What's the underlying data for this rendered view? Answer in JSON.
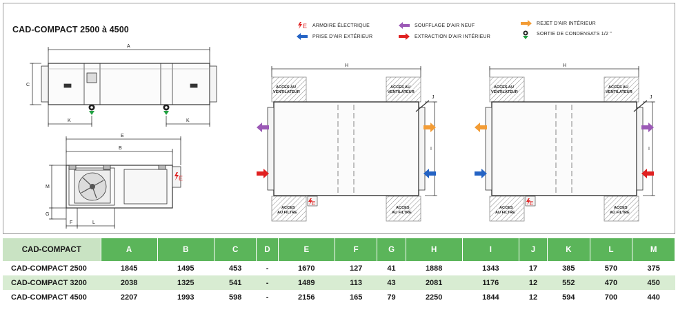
{
  "title": "CAD-COMPACT 2500 à 4500",
  "legend": [
    {
      "icon": "electric-cabinet-icon",
      "label": "ARMOIRE ÉLECTRIQUE",
      "color": "#e02020"
    },
    {
      "icon": "purple-arrow-icon",
      "label": "SOUFFLAGE D'AIR NEUF",
      "color": "#9b59b6"
    },
    {
      "icon": "orange-arrow-icon",
      "label": "REJET D'AIR INTÉRIEUR",
      "color": "#f39c35"
    },
    {
      "icon": "blue-arrow-icon",
      "label": "PRISE D'AIR EXTÉRIEUR",
      "color": "#2463c4"
    },
    {
      "icon": "red-arrow-icon",
      "label": "EXTRACTION D'AIR INTÉRIEUR",
      "color": "#e02020"
    },
    {
      "icon": "condensate-icon",
      "label": "SORTIE DE CONDENSATS 1/2 \"",
      "color": "#20a040"
    }
  ],
  "diagram_labels": {
    "A": "A",
    "B": "B",
    "C": "C",
    "E": "E",
    "F": "F",
    "G": "G",
    "H": "H",
    "I": "I",
    "J": "J",
    "K": "K",
    "L": "L",
    "M": "M",
    "access_fan": [
      "ACCES AU",
      "VENTILATEUR"
    ],
    "access_filter": [
      "ACCES",
      "AU FILTRE"
    ],
    "electric_mark": "E"
  },
  "table": {
    "headers": [
      "CAD-COMPACT",
      "A",
      "B",
      "C",
      "D",
      "E",
      "F",
      "G",
      "H",
      "I",
      "J",
      "K",
      "L",
      "M"
    ],
    "rows": [
      [
        "CAD-COMPACT 2500",
        "1845",
        "1495",
        "453",
        "-",
        "1670",
        "127",
        "41",
        "1888",
        "1343",
        "17",
        "385",
        "570",
        "375"
      ],
      [
        "CAD-COMPACT 3200",
        "2038",
        "1325",
        "541",
        "-",
        "1489",
        "113",
        "43",
        "2081",
        "1176",
        "12",
        "552",
        "470",
        "450"
      ],
      [
        "CAD-COMPACT 4500",
        "2207",
        "1993",
        "598",
        "-",
        "2156",
        "165",
        "79",
        "2250",
        "1844",
        "12",
        "594",
        "700",
        "440"
      ]
    ]
  }
}
